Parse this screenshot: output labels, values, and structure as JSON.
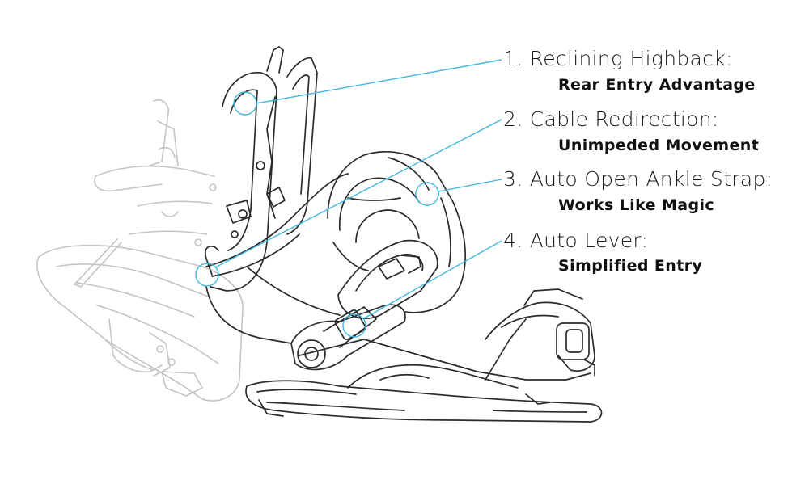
{
  "accent_color": "#3fb6e0",
  "line_color": "#2b2b2b",
  "ghost_color": "#c4c4c4",
  "callouts": [
    {
      "title": "1. Reclining Highback:",
      "subtitle": "Rear Entry Advantage"
    },
    {
      "title": "2. Cable Redirection:",
      "subtitle": "Unimpeded Movement"
    },
    {
      "title": "3. Auto Open Ankle Strap:",
      "subtitle": "Works Like Magic"
    },
    {
      "title": "4. Auto Lever:",
      "subtitle": "Simplified Entry"
    }
  ]
}
